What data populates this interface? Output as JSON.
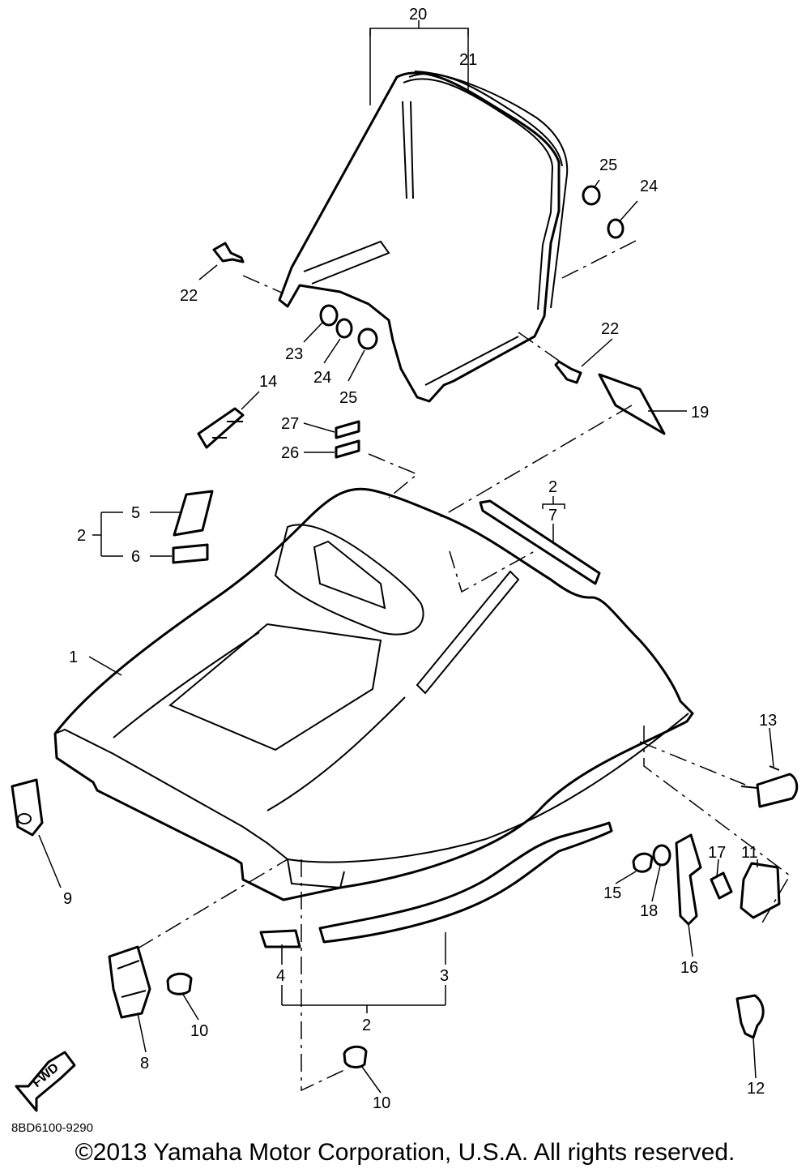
{
  "parts": [
    {
      "ref": "1",
      "label": "1"
    },
    {
      "ref": "2",
      "label": "2"
    },
    {
      "ref": "3",
      "label": "3"
    },
    {
      "ref": "4",
      "label": "4"
    },
    {
      "ref": "5",
      "label": "5"
    },
    {
      "ref": "6",
      "label": "6"
    },
    {
      "ref": "7",
      "label": "7"
    },
    {
      "ref": "8",
      "label": "8"
    },
    {
      "ref": "9",
      "label": "9"
    },
    {
      "ref": "10",
      "label": "10"
    },
    {
      "ref": "11",
      "label": "11"
    },
    {
      "ref": "12",
      "label": "12"
    },
    {
      "ref": "13",
      "label": "13"
    },
    {
      "ref": "14",
      "label": "14"
    },
    {
      "ref": "15",
      "label": "15"
    },
    {
      "ref": "16",
      "label": "16"
    },
    {
      "ref": "17",
      "label": "17"
    },
    {
      "ref": "18",
      "label": "18"
    },
    {
      "ref": "19",
      "label": "19"
    },
    {
      "ref": "20",
      "label": "20"
    },
    {
      "ref": "21",
      "label": "21"
    },
    {
      "ref": "22",
      "label": "22"
    },
    {
      "ref": "23",
      "label": "23"
    },
    {
      "ref": "24",
      "label": "24"
    },
    {
      "ref": "25",
      "label": "25"
    },
    {
      "ref": "26",
      "label": "26"
    },
    {
      "ref": "27",
      "label": "27"
    }
  ],
  "fwd_label": "FWD",
  "doc_code": "8BD6100-9290",
  "copyright": "©2013 Yamaha Motor Corporation, U.S.A. All rights reserved."
}
